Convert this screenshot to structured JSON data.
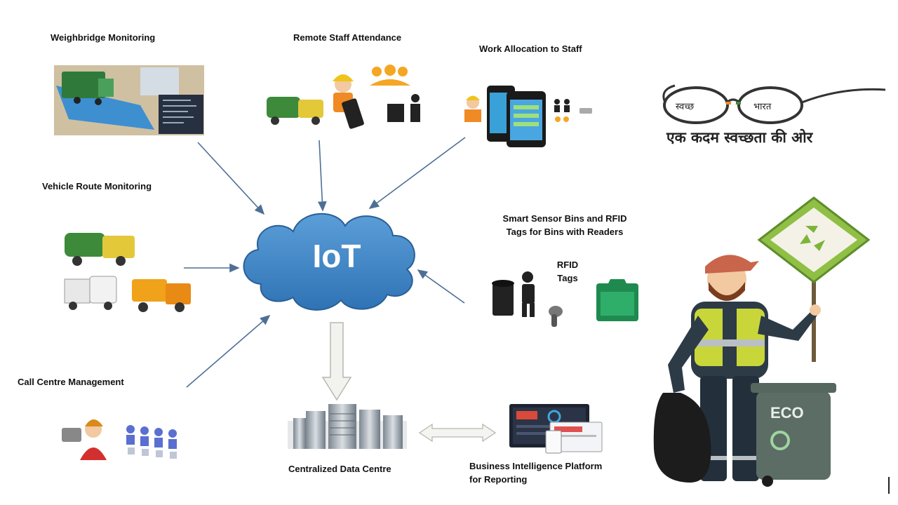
{
  "center": {
    "label": "IoT"
  },
  "nodes": {
    "weighbridge": "Weighbridge Monitoring",
    "attendance": "Remote Staff Attendance",
    "work_allocation": "Work Allocation to Staff",
    "vehicle_route": "Vehicle Route Monitoring",
    "smart_bins_line1": "Smart Sensor Bins and RFID",
    "smart_bins_line2": "Tags for Bins with Readers",
    "rfid_line1": "RFID",
    "rfid_line2": "Tags",
    "call_centre": "Call Centre Management",
    "data_centre": "Centralized Data Centre",
    "bi_line1": "Business Intelligence Platform",
    "bi_line2": "for Reporting"
  },
  "swachh_logo": {
    "left_lens": "स्वच्छ",
    "right_lens": "भारत",
    "tagline": "एक कदम स्वच्छता की ओर"
  },
  "eco_bin": {
    "label": "ECO"
  },
  "colors": {
    "cloud_fill": "#3f86c8",
    "cloud_stroke": "#2a5f95",
    "arrow": "#4e6f95",
    "truck_green": "#3d8a3a",
    "vest_yellow": "#c9d63a",
    "sign_green": "#8fbf45"
  }
}
